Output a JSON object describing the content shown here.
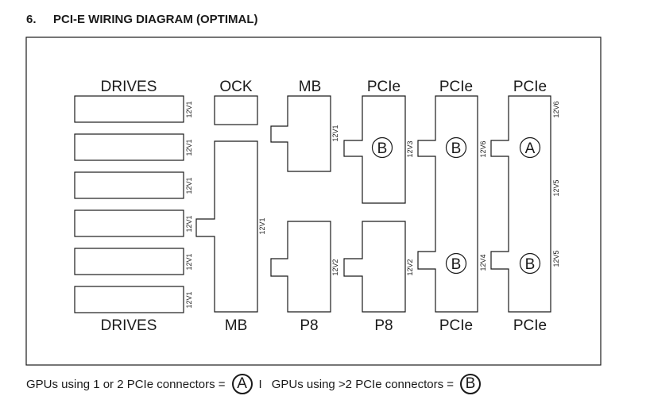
{
  "section": {
    "number": "6.",
    "title": "PCI-E WIRING DIAGRAM (OPTIMAL)"
  },
  "diagram": {
    "labels": {
      "drives_top": "DRIVES",
      "drives_bottom": "DRIVES",
      "ock": "OCK",
      "mb_left_bottom": "MB",
      "mb_top": "MB",
      "p8_a": "P8",
      "pcie_mid_top": "PCIe",
      "p8_b": "P8",
      "pcie_col5_top": "PCIe",
      "pcie_col5_bottom": "PCIe",
      "pcie_col6_top": "PCIe",
      "pcie_col6_bottom": "PCIe"
    },
    "rails": {
      "drive1": "12V1",
      "drive2": "12V1",
      "drive3": "12V1",
      "drive4": "12V1",
      "drive5": "12V1",
      "drive6": "12V1",
      "mb_long": "12V1",
      "mb_top": "12V1",
      "p8_a": "12V2",
      "pcie_mid": "12V3",
      "p8_b": "12V2",
      "col5_top": "12V6",
      "col5_bottom": "12V4",
      "col6_top": "12V6",
      "col6_mid": "12V5",
      "col6_bottom": "12V5"
    },
    "markers": {
      "pcie_mid": "B",
      "col5_top": "B",
      "col5_bottom": "B",
      "col6_top": "A",
      "col6_bottom": "B"
    }
  },
  "legend": {
    "text_a": "GPUs using 1 or 2 PCIe connectors =",
    "symbol_a": "A",
    "separator": "I",
    "text_b": "GPUs using >2 PCIe connectors =",
    "symbol_b": "B"
  }
}
